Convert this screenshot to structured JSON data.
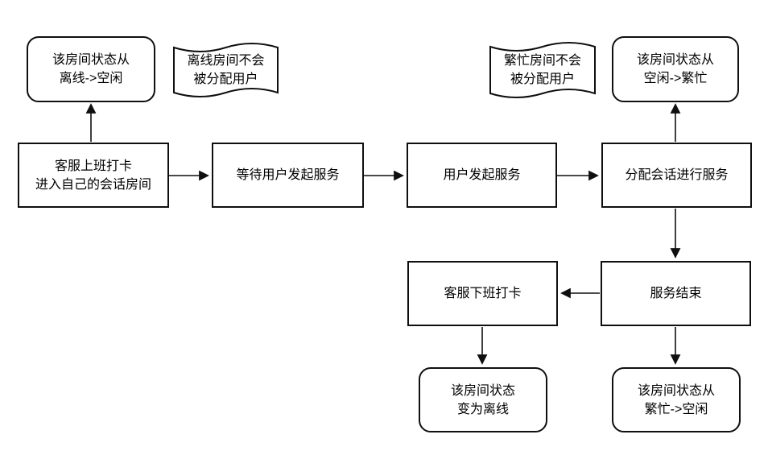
{
  "colors": {
    "stroke": "#000000",
    "shape_fill": "#ffffff",
    "text": "#000000",
    "background": "#ffffff"
  },
  "nodes": {
    "room_offline_to_idle": {
      "line1": "该房间状态从",
      "line2": "离线->空闲"
    },
    "note_offline_room": {
      "line1": "离线房间不会",
      "line2": "被分配用户"
    },
    "note_busy_room": {
      "line1": "繁忙房间不会",
      "line2": "被分配用户"
    },
    "room_idle_to_busy": {
      "line1": "该房间状态从",
      "line2": "空闲->繁忙"
    },
    "clock_in": {
      "line1": "客服上班打卡",
      "line2": "进入自己的会话房间"
    },
    "wait_user_service": {
      "line1": "等待用户发起服务"
    },
    "user_start_service": {
      "line1": "用户发起服务"
    },
    "assign_session": {
      "line1": "分配会话进行服务"
    },
    "clock_out": {
      "line1": "客服下班打卡"
    },
    "service_end": {
      "line1": "服务结束"
    },
    "room_become_offline": {
      "line1": "该房间状态",
      "line2": "变为离线"
    },
    "room_busy_to_idle": {
      "line1": "该房间状态从",
      "line2": "繁忙->空闲"
    }
  }
}
